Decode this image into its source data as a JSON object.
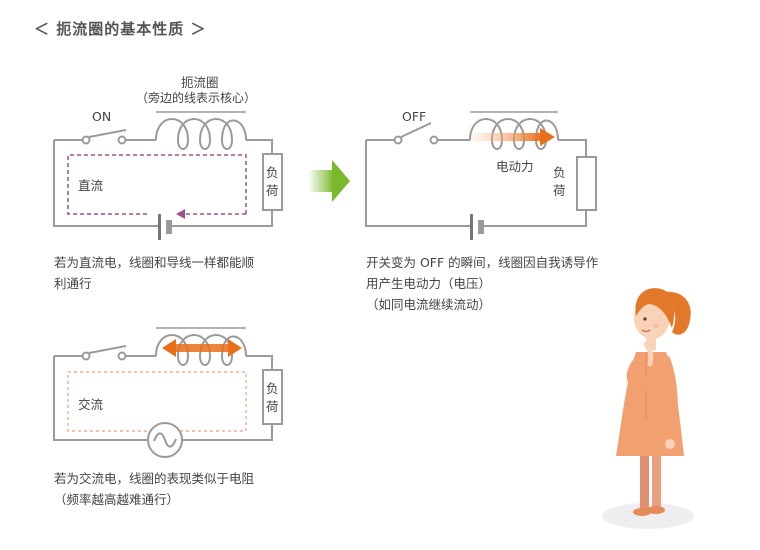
{
  "title": "＜ 扼流圈的基本性质 ＞",
  "diagram1": {
    "switch_label": "ON",
    "coil_label": "扼流圈",
    "coil_note": "（旁边的线表示核心）",
    "current_label": "直流",
    "load_label_1": "负",
    "load_label_2": "荷",
    "caption_line1": "若为直流电，线圈和导线一样都能顺",
    "caption_line2": "利通行"
  },
  "diagram2": {
    "switch_label": "OFF",
    "emf_label": "电动力",
    "load_label_1": "负",
    "load_label_2": "荷",
    "caption_line1": "开关变为 OFF 的瞬间，线圈因自我诱导作",
    "caption_line2": "用产生电动力（电压）",
    "caption_line3": "（如同电流继续流动）"
  },
  "diagram3": {
    "current_label": "交流",
    "load_label_1": "负",
    "load_label_2": "荷",
    "caption_line1": "若为交流电，线圈的表现类似于电阻",
    "caption_line2": "（频率越高越难通行）"
  },
  "colors": {
    "wire": "#9a9a9a",
    "dc_path": "#a0508c",
    "ac_path": "#f0a07a",
    "arrow_orange": "#e8701a",
    "next_arrow": "#7ab82e",
    "dress": "#f3a070",
    "hair": "#e3782a"
  }
}
